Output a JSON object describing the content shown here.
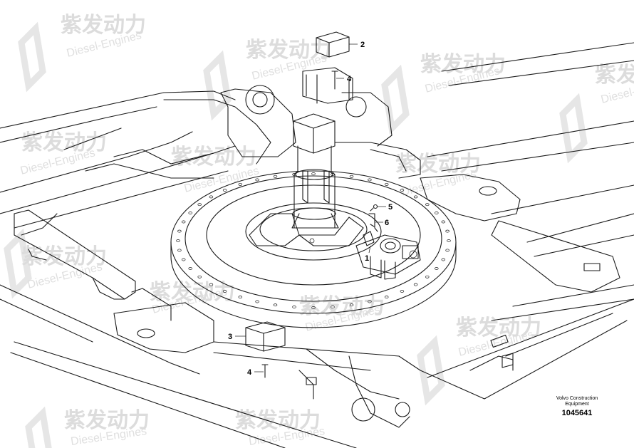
{
  "watermark": {
    "cn_text": "紫发动力",
    "en_text": "Diesel-Engines"
  },
  "callouts": [
    {
      "id": "callout-1",
      "label": "1"
    },
    {
      "id": "callout-2",
      "label": "2"
    },
    {
      "id": "callout-3",
      "label": "3"
    },
    {
      "id": "callout-4a",
      "label": "4"
    },
    {
      "id": "callout-4b",
      "label": "4"
    },
    {
      "id": "callout-5",
      "label": "5"
    },
    {
      "id": "callout-6",
      "label": "6"
    }
  ],
  "footer": {
    "company_line1": "Volvo Construction",
    "company_line2": "Equipment",
    "drawing_number": "1045641"
  }
}
